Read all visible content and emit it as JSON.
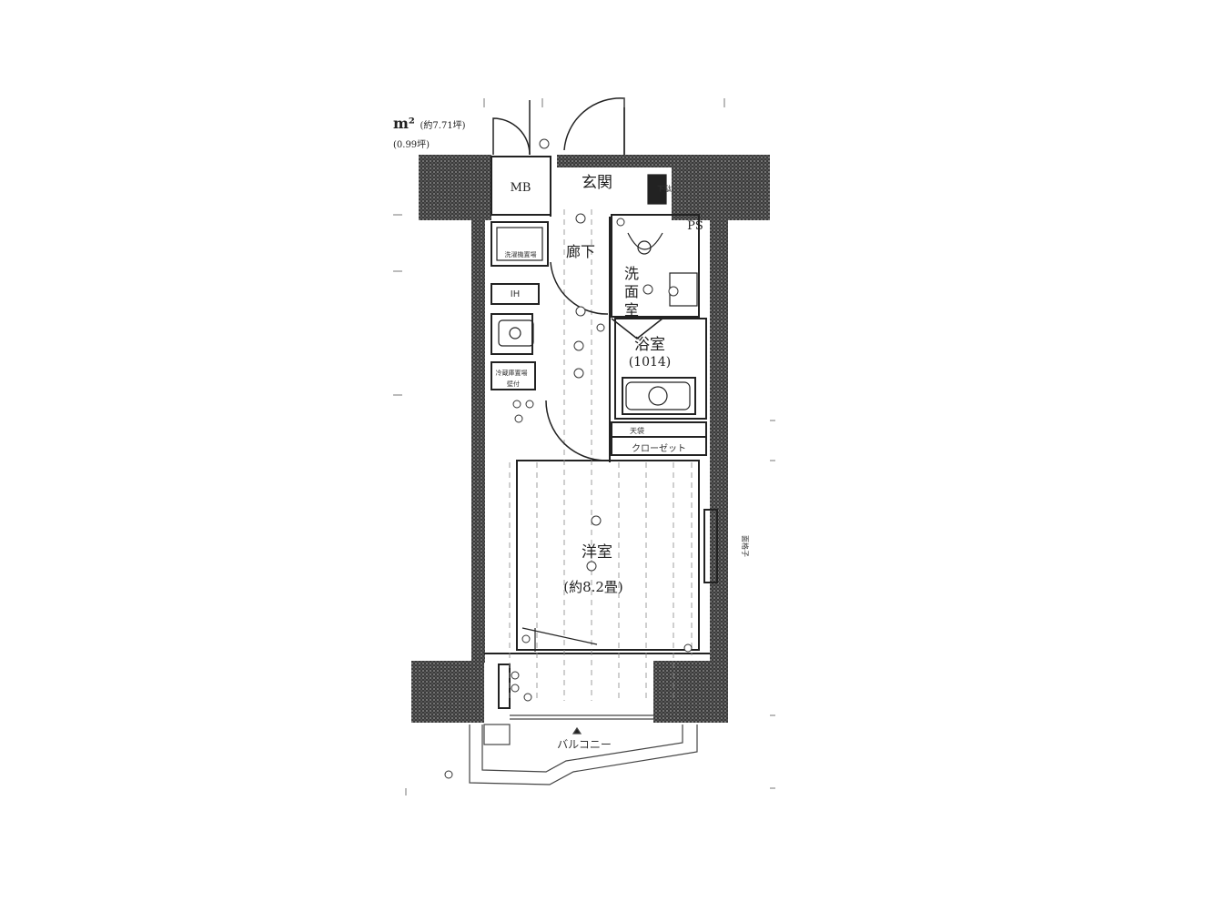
{
  "area": {
    "unit": "m²",
    "tsubo": "(約7.71坪)",
    "second": "(0.99坪)"
  },
  "rooms": {
    "mb": "MB",
    "genkan": "玄関",
    "ps": "PS",
    "rouka": "廊下",
    "senmen": [
      "洗",
      "面",
      "室"
    ],
    "yokushitsu": "浴室",
    "bath_size": "(1014)",
    "youshitsu": "洋室",
    "youshitsu_size": "(約8.2畳)",
    "balcony": "バルコニー",
    "closet": "クローゼット",
    "tenbukuro": "天袋",
    "getabako": "下駄",
    "sentakuki": "洗濯機置場",
    "reizouko": "冷蔵庫置場",
    "kitchen": "IH",
    "washitsu_note": "壁付",
    "right_note": "面格子"
  }
}
